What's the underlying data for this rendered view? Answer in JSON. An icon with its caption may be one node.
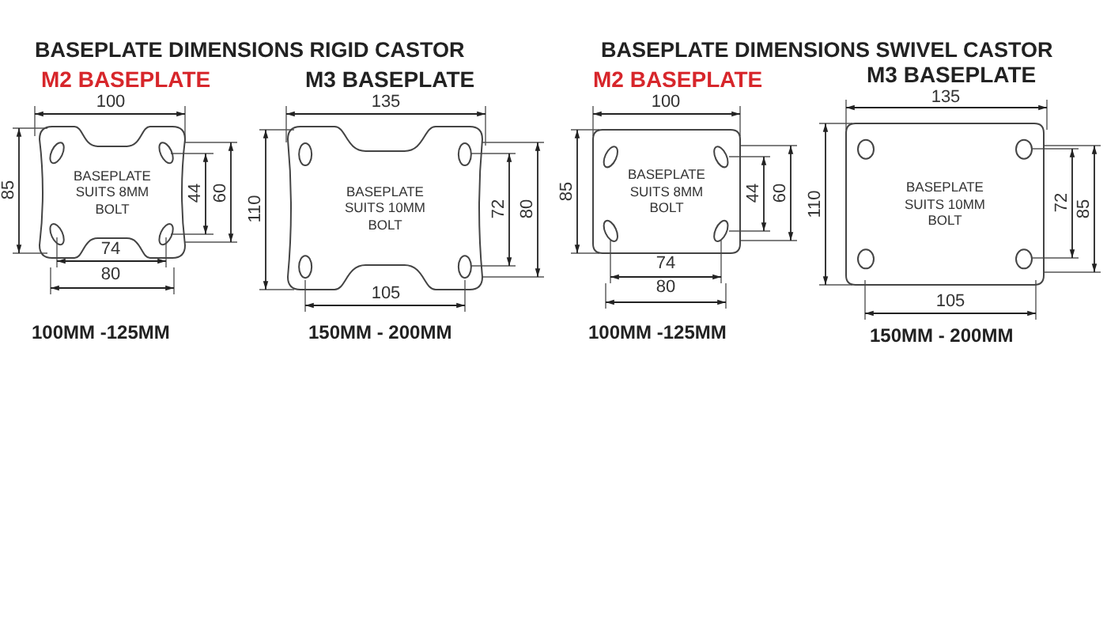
{
  "diagram": {
    "nodes": [
      {
        "text": [
          "BASEPLATE SUITS 8MM BOLT"
        ],
        "beside": [
          "M2 BASEPLATE",
          "100MM -125MM"
        ]
      },
      {
        "text": [
          "BASEPLATE SUITS 10MM BOLT"
        ],
        "beside": [
          "M3 BASEPLATE",
          "150MM - 200MM"
        ]
      },
      {
        "text": [
          "BASEPLATE SUITS 8MM BOLT"
        ],
        "beside": [
          "M2 BASEPLATE",
          "100MM -125MM"
        ]
      },
      {
        "text": [
          "BASEPLATE SUITS 10MM BOLT"
        ],
        "beside": [
          "M3 BASEPLATE",
          "150MM - 200MM"
        ]
      }
    ],
    "labels": [
      "BASEPLATE DIMENSIONS RIGID CASTOR",
      "100",
      "85",
      "44",
      "60",
      "74",
      "80",
      "135",
      "110",
      "72",
      "80",
      "105",
      "BASEPLATE DIMENSIONS SWIVEL CASTOR",
      "100",
      "85",
      "44",
      "60",
      "74",
      "80",
      "135",
      "110",
      "72",
      "85",
      "105"
    ]
  }
}
